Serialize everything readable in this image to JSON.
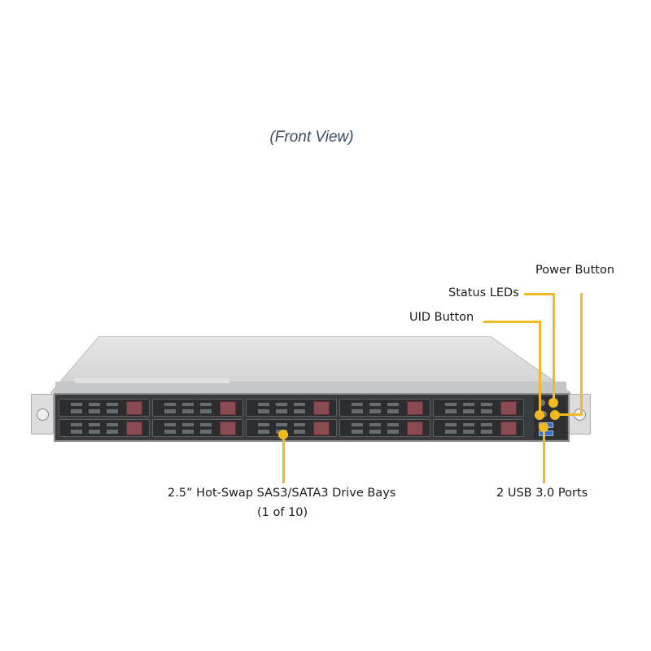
{
  "title": "(Front View)",
  "callouts": {
    "power_button": "Power Button",
    "status_leds": "Status LEDs",
    "uid_button": "UID Button",
    "drive_bays_line1": "2.5” Hot-Swap SAS3/SATA3 Drive Bays",
    "drive_bays_line2": "(1 of 10)",
    "usb_ports": "2 USB 3.0 Ports"
  },
  "colors": {
    "callout_line": "#f2b922",
    "title_text": "#3a4a63",
    "drive_latch": "#8a4a52"
  },
  "server": {
    "drive_bay_count": 10,
    "usb_port_count": 2
  }
}
